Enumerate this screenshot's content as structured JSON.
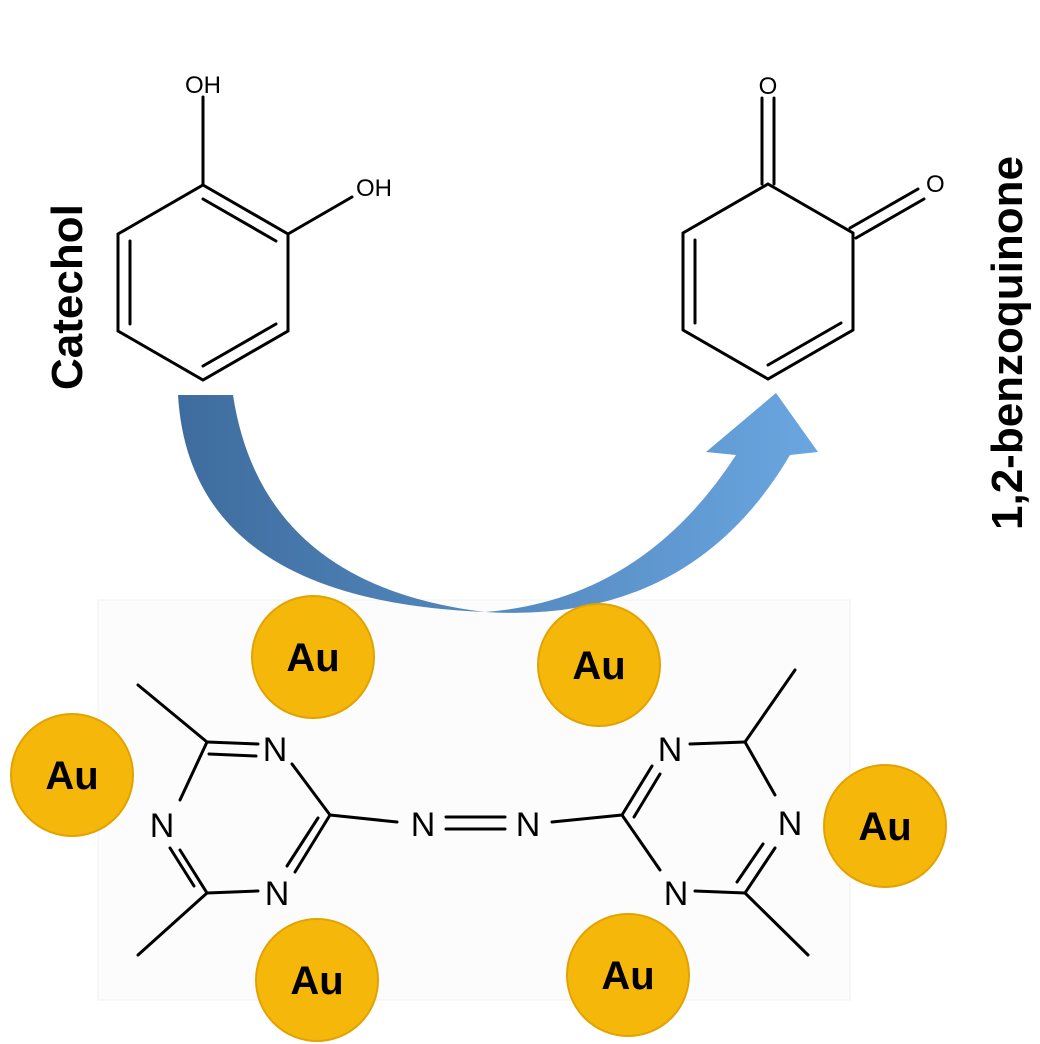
{
  "labels": {
    "reactant": "Catechol",
    "product": "1,2-benzoquinone"
  },
  "catechol": {
    "hydroxyl_1": "OH",
    "hydroxyl_2": "OH"
  },
  "benzoquinone": {
    "oxygen_1": "O",
    "oxygen_2": "O"
  },
  "catalyst_molecule": {
    "ring_left_n_top": "N",
    "ring_left_n_mid": "N",
    "ring_left_n_bottom": "N",
    "azo_n_left": "N",
    "azo_n_right": "N",
    "ring_right_n_top": "N",
    "ring_right_n_mid": "N",
    "ring_right_n_bottom": "N"
  },
  "gold_particles": [
    {
      "label": "Au"
    },
    {
      "label": "Au"
    },
    {
      "label": "Au"
    },
    {
      "label": "Au"
    },
    {
      "label": "Au"
    },
    {
      "label": "Au"
    }
  ],
  "colors": {
    "gold_fill": "#F5B80A",
    "gold_edge": "#E2A200",
    "arrow_dark": "#3E6C9E",
    "arrow_light": "#6AA6E0"
  }
}
